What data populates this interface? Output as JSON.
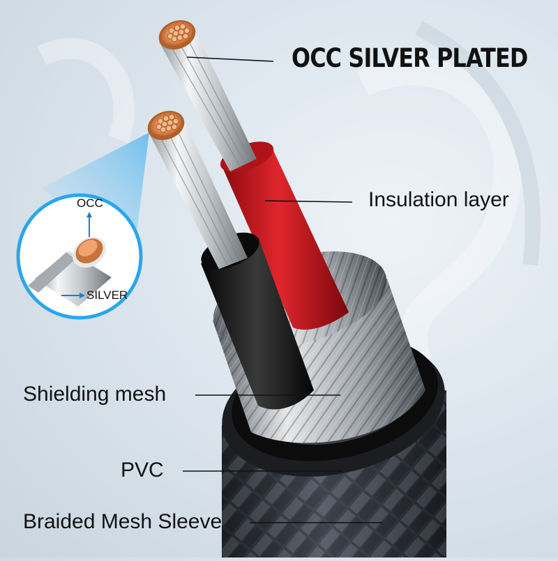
{
  "title": "OCC SILVER PLATED",
  "callouts": {
    "insulation": "Insulation layer",
    "shielding": "Shielding mesh",
    "pvc": "PVC",
    "braid": "Braided Mesh Sleeve"
  },
  "inset": {
    "occ": "OCC",
    "silver": "SILVER"
  },
  "colors": {
    "copper": "#d9844f",
    "red_insulation": "#d0151c",
    "black_insulation": "#141414",
    "accent_blue": "#39a9e6"
  }
}
